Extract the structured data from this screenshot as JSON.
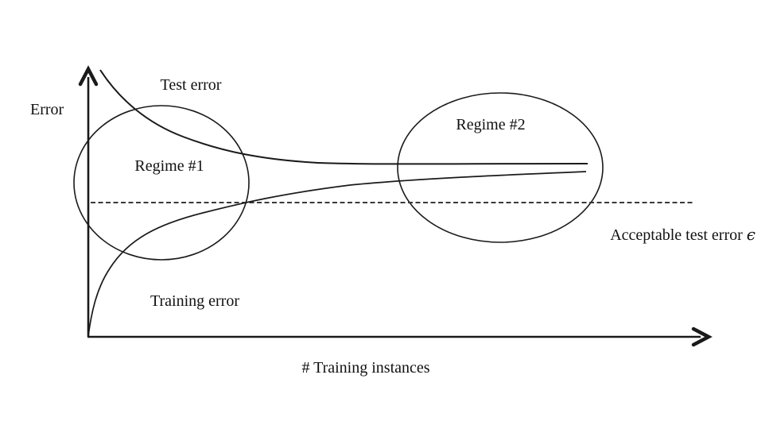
{
  "diagram": {
    "type": "learning-curves-sketch",
    "background_color": "#ffffff",
    "line_color": "#1a1a1a",
    "dashed_line_color": "#3a3a3a",
    "axes": {
      "y_label": "Error",
      "x_label": "# Training instances"
    },
    "curves": [
      {
        "name": "test-error",
        "label": "Test error",
        "shape": "decreasing, asymptotes to a plateau above the acceptable error line"
      },
      {
        "name": "training-error",
        "label": "Training error",
        "shape": "increasing from origin, asymptotes just below the test error plateau"
      }
    ],
    "regions": [
      {
        "name": "regime-1",
        "label": "Regime #1",
        "shape": "ellipse around early part of curves near y-axis"
      },
      {
        "name": "regime-2",
        "label": "Regime #2",
        "shape": "ellipse around converged plateau of curves"
      }
    ],
    "threshold": {
      "label_text": "Acceptable test error",
      "label_symbol": "ϵ",
      "style": "horizontal dashed line below the curve plateau"
    }
  }
}
